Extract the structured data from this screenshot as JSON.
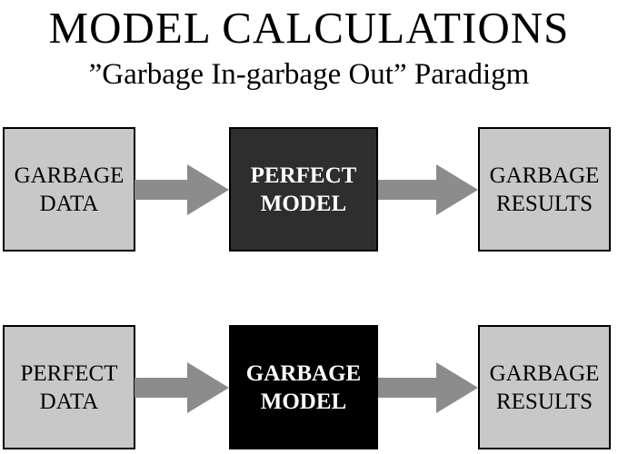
{
  "title": "MODEL CALCULATIONS",
  "subtitle": "”Garbage In-garbage Out” Paradigm",
  "rows": [
    {
      "input": {
        "line1": "GARBAGE",
        "line2": "DATA"
      },
      "model": {
        "line1": "PERFECT",
        "line2": "MODEL"
      },
      "output": {
        "line1": "GARBAGE",
        "line2": "RESULTS"
      }
    },
    {
      "input": {
        "line1": "PERFECT",
        "line2": "DATA"
      },
      "model": {
        "line1": "GARBAGE",
        "line2": "MODEL"
      },
      "output": {
        "line1": "GARBAGE",
        "line2": "RESULTS"
      }
    }
  ],
  "colors": {
    "light_box": "#c8c8c8",
    "dark_box": "#2e2e2e",
    "black_box": "#000000",
    "arrow": "#8c8c8c"
  },
  "icons": [
    "arrow-right-icon"
  ]
}
